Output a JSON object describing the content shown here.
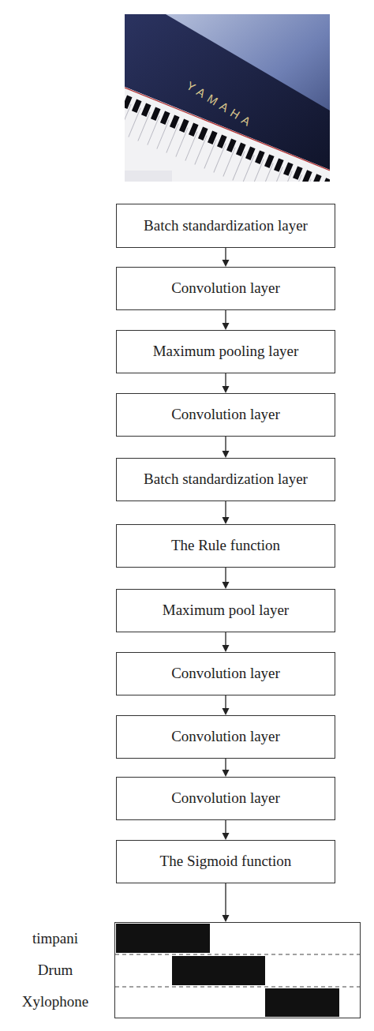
{
  "diagram": {
    "nodes": [
      {
        "text": [
          "Batch standardization layer"
        ]
      },
      {
        "text": [
          "Convolution layer"
        ]
      },
      {
        "text": [
          "Maximum pooling layer"
        ]
      },
      {
        "text": [
          "Convolution layer"
        ]
      },
      {
        "text": [
          "Batch standardization layer"
        ]
      },
      {
        "text": [
          "The Rule function"
        ]
      },
      {
        "text": [
          "Maximum pool layer"
        ]
      },
      {
        "text": [
          "Convolution layer"
        ]
      },
      {
        "text": [
          "Convolution layer"
        ]
      },
      {
        "text": [
          "Convolution layer"
        ]
      },
      {
        "text": [
          "The Sigmoid function"
        ]
      },
      {
        "text": [
          "timpani",
          "Drum",
          "Xylophone"
        ]
      }
    ],
    "edges": [
      {
        "from": 0,
        "to": 1,
        "arrow": "to"
      },
      {
        "from": 1,
        "to": 2,
        "arrow": "to"
      },
      {
        "from": 2,
        "to": 3,
        "arrow": "to"
      },
      {
        "from": 3,
        "to": 4,
        "arrow": "to"
      },
      {
        "from": 4,
        "to": 5,
        "arrow": "to"
      },
      {
        "from": 5,
        "to": 6,
        "arrow": "to"
      },
      {
        "from": 6,
        "to": 7,
        "arrow": "to"
      },
      {
        "from": 7,
        "to": 8,
        "arrow": "to"
      },
      {
        "from": 8,
        "to": 9,
        "arrow": "to"
      },
      {
        "from": 9,
        "to": 10,
        "arrow": "to"
      },
      {
        "from": 10,
        "to": 11,
        "arrow": "to"
      }
    ],
    "labels": [
      "YAMAHA"
    ]
  }
}
